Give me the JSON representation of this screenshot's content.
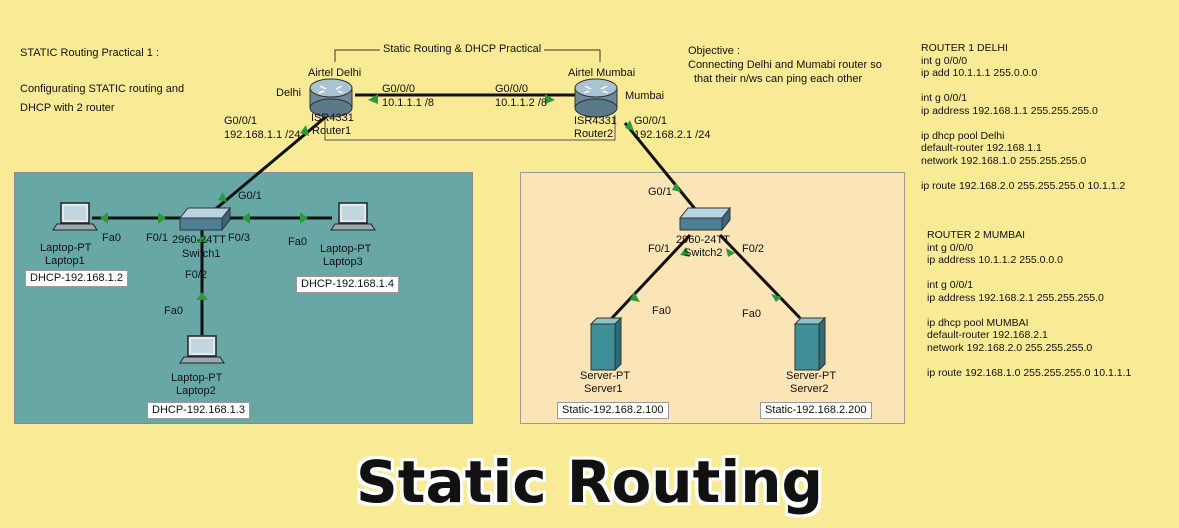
{
  "header": {
    "left_title": "STATIC Routing Practical 1 :",
    "left_subtitle_1": "Configurating  STATIC routing and",
    "left_subtitle_2": "DHCP with 2 router",
    "center_title": "Static Routing & DHCP Practical",
    "objective_title": "Objective :",
    "objective_line1": "Connecting Delhi and Mumabi router so",
    "objective_line2": "that their n/ws can ping each other"
  },
  "routers": {
    "r1": {
      "site": "Airtel Delhi",
      "city": "Delhi",
      "model": "ISR4331",
      "name": "Router1",
      "wan_port": "G0/0/0",
      "wan_ip": "10.1.1.1 /8",
      "lan_port": "G0/0/1",
      "lan_ip": "192.168.1.1  /24"
    },
    "r2": {
      "site": "Airtel Mumbai",
      "city": "Mumbai",
      "model": "ISR4331",
      "name": "Router2",
      "wan_port": "G0/0/0",
      "wan_ip": "10.1.1.2 /8",
      "lan_port": "G0/0/1",
      "lan_ip": "192.168.2.1  /24"
    }
  },
  "lan1": {
    "switch_model": "2960-24TT",
    "switch_name": "Switch1",
    "uplink": "G0/1",
    "port_left": "F0/1",
    "port_right": "F0/3",
    "port_down": "F0/2",
    "laptop1": {
      "type": "Laptop-PT",
      "name": "Laptop1",
      "port": "Fa0",
      "ip": "DHCP-192.168.1.2"
    },
    "laptop2": {
      "type": "Laptop-PT",
      "name": "Laptop2",
      "port": "Fa0",
      "ip": "DHCP-192.168.1.3"
    },
    "laptop3": {
      "type": "Laptop-PT",
      "name": "Laptop3",
      "port": "Fa0",
      "ip": "DHCP-192.168.1.4"
    }
  },
  "lan2": {
    "switch_model": "2960-24TT",
    "switch_name": "Switch2",
    "uplink": "G0/1",
    "port_left": "F0/1",
    "port_right": "F0/2",
    "server1": {
      "type": "Server-PT",
      "name": "Server1",
      "port": "Fa0",
      "ip": "Static-192.168.2.100"
    },
    "server2": {
      "type": "Server-PT",
      "name": "Server2",
      "port": "Fa0",
      "ip": "Static-192.168.2.200"
    }
  },
  "config": {
    "r1_lines": [
      "ROUTER 1 DELHI",
      "int g 0/0/0",
      "ip add 10.1.1.1  255.0.0.0",
      "",
      "int g 0/0/1",
      "ip address 192.168.1.1  255.255.255.0",
      "",
      "ip dhcp pool Delhi",
      "default-router 192.168.1.1",
      "network 192.168.1.0  255.255.255.0",
      "",
      "ip route 192.168.2.0  255.255.255.0  10.1.1.2"
    ],
    "r2_lines": [
      "ROUTER 2 MUMBAI",
      "int g 0/0/0",
      "ip address 10.1.1.2 255.0.0.0",
      "",
      "int g 0/0/1",
      "ip address 192.168.2.1 255.255.255.0",
      "",
      "ip dhcp pool MUMBAI",
      "default-router 192.168.2.1",
      "network 192.168.2.0 255.255.255.0",
      "",
      "ip route 192.168.1.0 255.255.255.0 10.1.1.1"
    ]
  },
  "footer": {
    "title": "Static Routing"
  },
  "colors": {
    "background": "#f9ea96",
    "lan1": "#67a8a7",
    "lan2": "#fbe4b6",
    "link_up": "#2c9a3a"
  }
}
